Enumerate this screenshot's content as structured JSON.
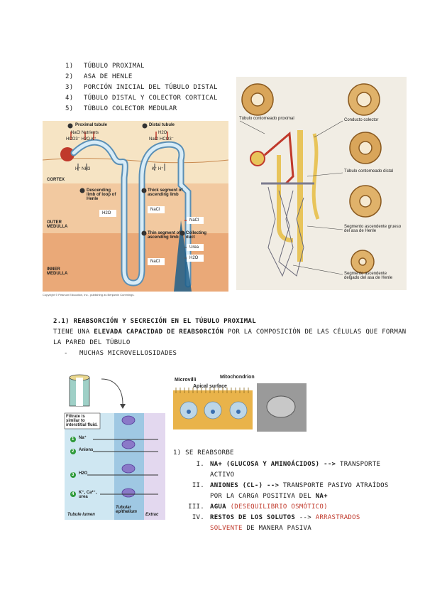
{
  "intro_list": [
    {
      "num": "1)",
      "text": "TÚBULO PROXIMAL"
    },
    {
      "num": "2)",
      "text": "ASA DE HENLE"
    },
    {
      "num": "3)",
      "text": "PORCIÓN INICIAL DEL TÚBULO DISTAL"
    },
    {
      "num": "4)",
      "text": "TÚBULO DISTAL Y COLECTOR CORTICAL"
    },
    {
      "num": "5)",
      "text": "TÚBULO COLECTOR MEDULAR"
    }
  ],
  "nephron_figure": {
    "labels": {
      "proximal": "Proximal tubule",
      "distal": "Distal tubule",
      "cortex": "CORTEX",
      "descending": "Descending limb of loop of Henle",
      "thick": "Thick segment of ascending limb",
      "outer": "OUTER MEDULLA",
      "thin": "Thin segment of ascending limb",
      "collecting": "Collecting duct",
      "inner": "INNER MEDULLA",
      "nacl_nutrients": "NaCl Nutrients",
      "hco3_h2o_k": "HCO3⁻ H2O K⁺",
      "h_nh3": "H⁺ NH3",
      "nacl_hco3": "NaCl HCO3⁻",
      "h2o_top": "H2O",
      "k_h": "K⁺ H⁺",
      "h2o": "H2O",
      "nacl": "NaCl",
      "urea": "Urea",
      "copyright": "Copyright © Pearson Education, Inc., publishing as Benjamin Cummings."
    }
  },
  "histology_figure": {
    "labels": {
      "tcp": "Túbulo contorneado proximal",
      "conducto": "Conducto colector",
      "tcd": "Túbulo contorneado distal",
      "seg_grueso": "Segmento ascendente grueso del asa de Henle",
      "seg_delgado": "Segmento ascendente delgado del asa de Henle"
    }
  },
  "section": {
    "heading": "2.1) REABSORCIÓN Y SECRECIÓN EN EL TÚBULO PROXIMAL",
    "line1_pre": "TIENE UNA ",
    "line1_bold": "ELEVADA CAPACIDAD DE REABSORCIÓN",
    "line1_post": " POR LA COMPOSICIÓN DE LAS CÉLULAS QUE FORMAN",
    "line2": "LA PARED DEL TÚBULO",
    "bullet_dash": "-",
    "bullet": "MUCHAS MICROVELLOSIDADES"
  },
  "epithelium_figure": {
    "labels": {
      "filtrate": "Filtrate is similar to interstitial fluid.",
      "na": "Na⁺",
      "anions": "Anions",
      "h2o": "H2O",
      "k_ca": "K⁺, Ca²⁺, urea",
      "lumen": "Tubule lumen",
      "epithelium": "Tubular epithelium",
      "extra": "Extrac",
      "n1": "1",
      "n2": "2",
      "n3": "3",
      "n4": "4"
    }
  },
  "micro_figure": {
    "labels": {
      "microvilli": "Microvilli",
      "mitochondrion": "Mitochondrion",
      "apical": "Apical surface"
    }
  },
  "reabsorb": {
    "title": "1) SE REABSORBE",
    "items": [
      {
        "num": "I.",
        "bold": "NA+ (GLUCOSA Y AMINOÁCIDOS) -->",
        "normal": " TRANSPORTE",
        "line2": "ACTIVO"
      },
      {
        "num": "II.",
        "bold": "ANIONES (CL-) -->",
        "normal": " TRANSPORTE PASIVO ATRAÍDOS",
        "line2": "POR LA CARGA POSITIVA DEL ",
        "line2_bold": "NA+"
      },
      {
        "num": "III.",
        "bold": "AGUA",
        "red": " (DESEQUILIBRIO OSMÓTICO)"
      },
      {
        "num": "IV.",
        "bold": "RESTOS DE LOS SOLUTOS",
        "normal": " --> ",
        "red": "ARRASTRADOS",
        "line2_red": "SOLVENTE",
        "line2": " DE MANERA PASIVA"
      }
    ]
  },
  "colors": {
    "red": "#c0392b",
    "cortex": "#f6e4c4",
    "outer_medulla": "#f2c9a0",
    "inner_medulla": "#eaa978"
  }
}
